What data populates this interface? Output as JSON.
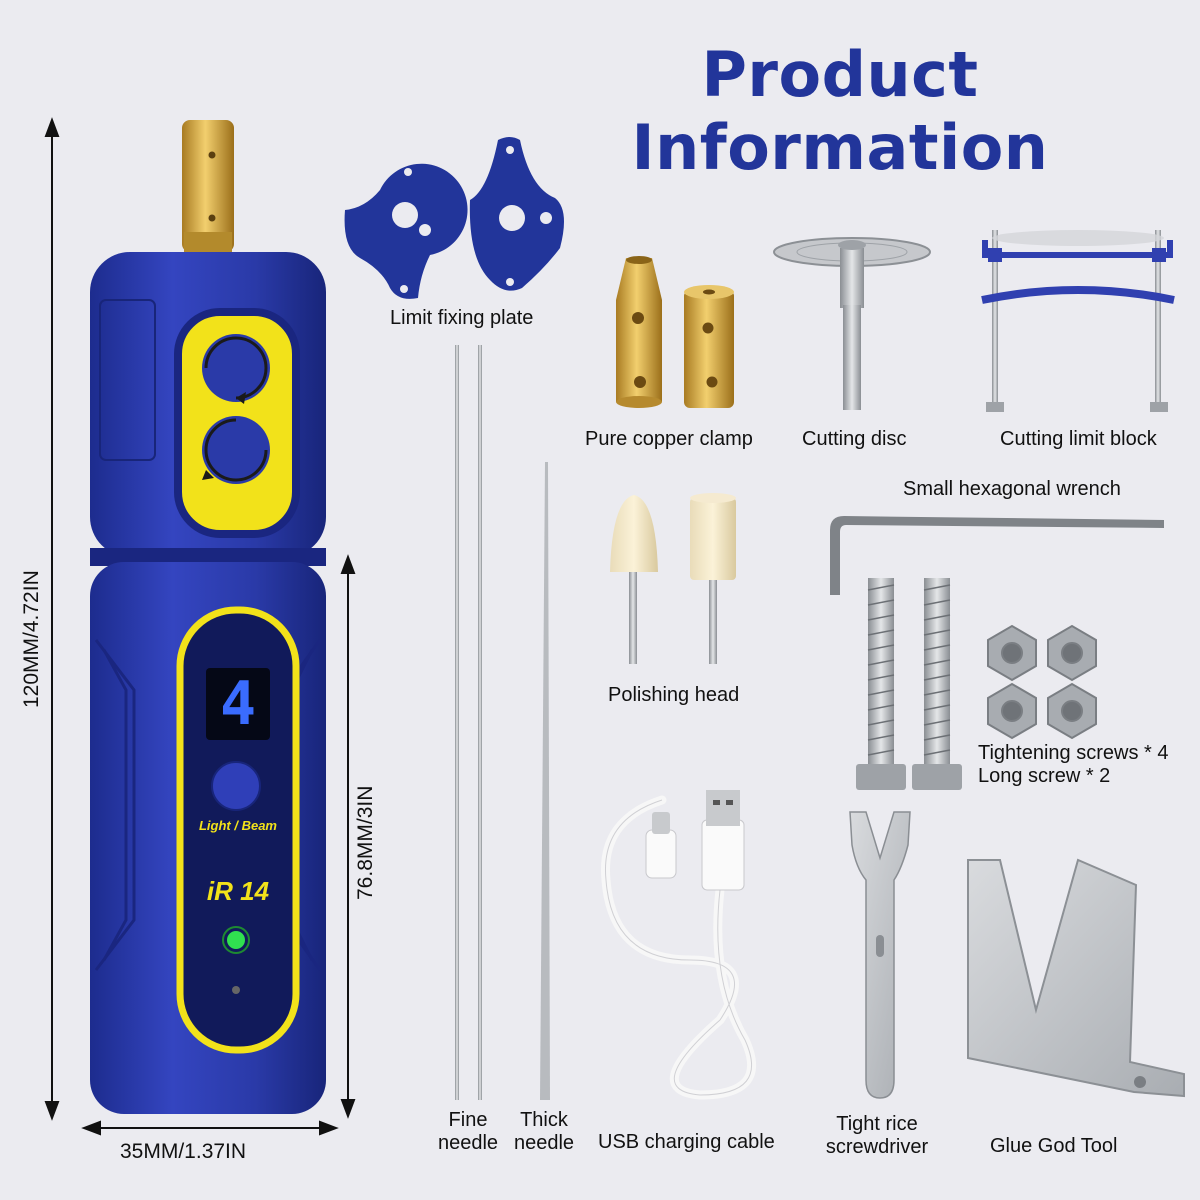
{
  "title": "Product Information",
  "colors": {
    "title": "#22359a",
    "body_blue": "#2a3aa8",
    "accent_yellow": "#f2e21a",
    "brass": "#d2a640",
    "steel": "#b5b8bc",
    "background": "#ebebf0"
  },
  "dimensions": {
    "total_length": "120MM/4.72IN",
    "body_length": "76.8MM/3IN",
    "width": "35MM/1.37IN"
  },
  "device": {
    "display_digit": "4",
    "button_label": "Light / Beam",
    "model": "iR 14"
  },
  "accessories": {
    "limit_fixing_plate": "Limit fixing plate",
    "copper_clamp": "Pure copper clamp",
    "cutting_disc": "Cutting disc",
    "cutting_limit_block": "Cutting limit block",
    "hex_wrench": "Small hexagonal wrench",
    "polishing_head": "Polishing head",
    "tightening_screws": "Tightening screws * 4",
    "long_screw": "Long screw * 2",
    "fine_needle_line1": "Fine",
    "fine_needle_line2": "needle",
    "thick_needle_line1": "Thick",
    "thick_needle_line2": "needle",
    "usb_cable": "USB charging cable",
    "screwdriver_line1": "Tight rice",
    "screwdriver_line2": "screwdriver",
    "glue_tool": "Glue God Tool"
  }
}
